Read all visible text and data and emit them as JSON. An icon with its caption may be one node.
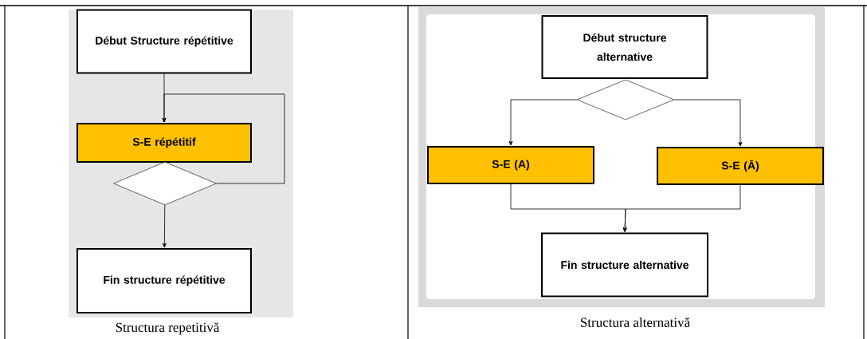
{
  "diagram": {
    "nodes": [
      {
        "text": [
          "Début Structure répétitive"
        ]
      },
      {
        "text": [
          "S-E répétitif"
        ]
      },
      {
        "text": [],
        "shape": "diamond"
      },
      {
        "text": [
          "Fin structure répétitive"
        ]
      },
      {
        "text": [
          "Début structure alternative"
        ]
      },
      {
        "text": [],
        "shape": "diamond"
      },
      {
        "text": [
          "S-E (A)"
        ]
      },
      {
        "text": [
          "S-E (Ā)"
        ]
      },
      {
        "text": [
          "Fin structure alternative"
        ]
      }
    ],
    "edges": [
      {
        "from": 0,
        "to": 1,
        "arrow": "to"
      },
      {
        "from": 2,
        "to": 1,
        "arrow": "to"
      },
      {
        "from": 2,
        "to": 3,
        "arrow": "to"
      },
      {
        "from": 5,
        "to": 6,
        "arrow": "to"
      },
      {
        "from": 5,
        "to": 7,
        "arrow": "to"
      },
      {
        "from": 6,
        "to": 8,
        "arrow": "to"
      },
      {
        "from": 7,
        "to": 8,
        "arrow": "to"
      }
    ],
    "labels": [
      "Structura repetitivă",
      "Structura alternativă"
    ]
  }
}
